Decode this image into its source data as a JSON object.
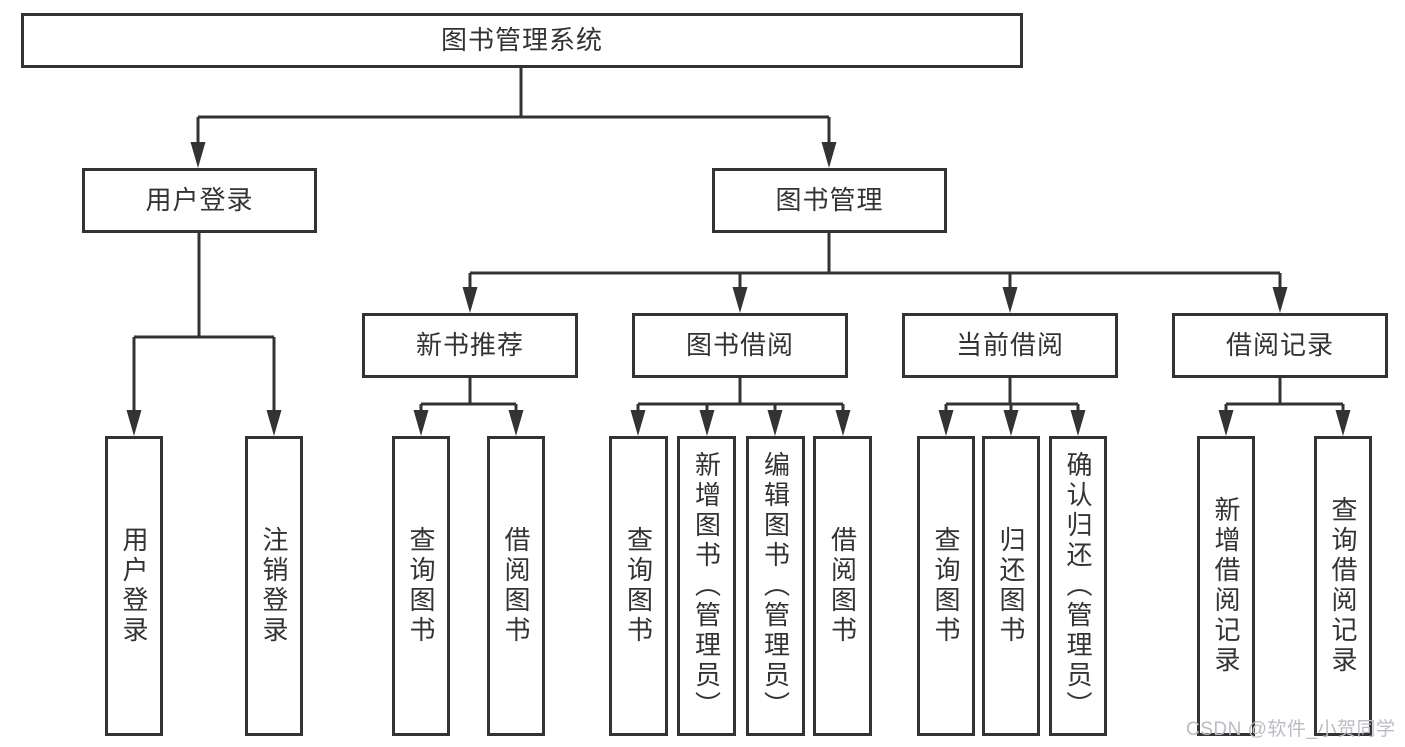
{
  "nodes": {
    "root": "图书管理系统",
    "level2": [
      "用户登录",
      "图书管理"
    ],
    "level3": [
      "新书推荐",
      "图书借阅",
      "当前借阅",
      "借阅记录"
    ],
    "login_children": [
      "用户登录",
      "注销登录"
    ],
    "recommend_children": [
      "查询图书",
      "借阅图书"
    ],
    "borrow_children": [
      "查询图书",
      "新增图书（管理员）",
      "编辑图书（管理员）",
      "借阅图书"
    ],
    "current_children": [
      "查询图书",
      "归还图书",
      "确认归还（管理员）"
    ],
    "record_children": [
      "新增借阅记录",
      "查询借阅记录"
    ]
  },
  "watermark": {
    "text": "CSDN @软件_小贺同学",
    "color": "#b9bdc2"
  },
  "colors": {
    "line": "#333333",
    "box_border": "#333333",
    "box_fill": "#ffffff",
    "text": "#333333",
    "background": "#ffffff"
  }
}
